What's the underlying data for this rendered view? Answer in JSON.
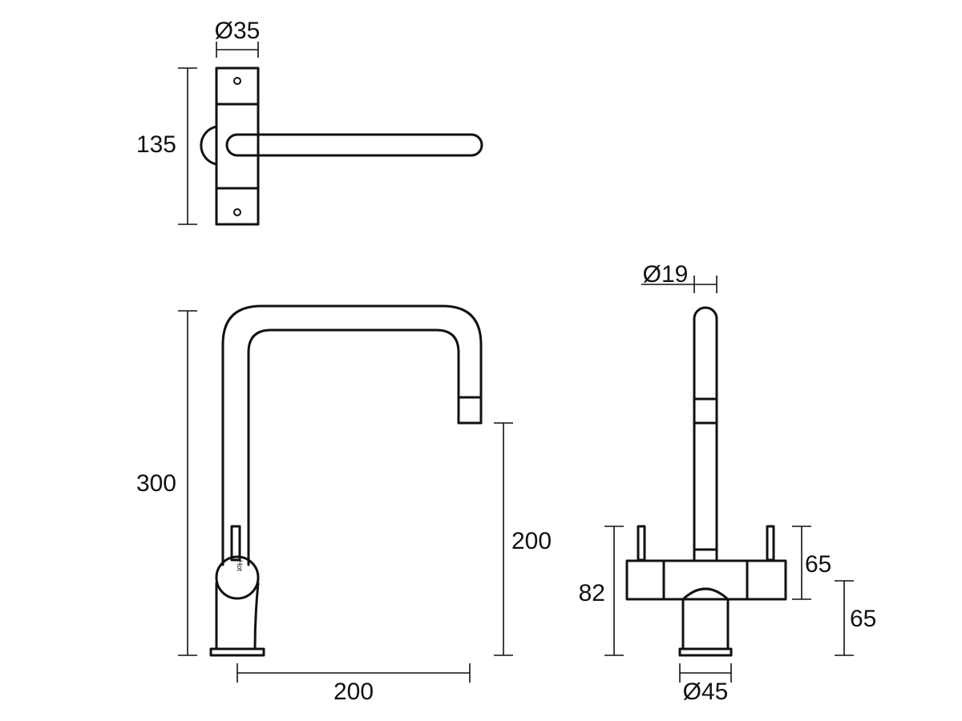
{
  "dimensions": {
    "top_view": {
      "diameter": "Ø35",
      "height": "135"
    },
    "side_view": {
      "total_height": "300",
      "spout_height": "200",
      "reach": "200"
    },
    "front_view": {
      "spout_diameter": "Ø19",
      "body_height": "82",
      "handle_height": "65",
      "base_height": "65",
      "base_diameter": "Ø45"
    }
  },
  "handle_text": "Hot"
}
